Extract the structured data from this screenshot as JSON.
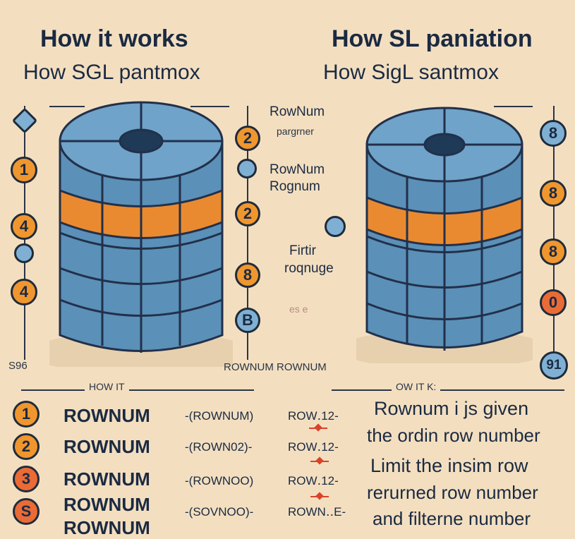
{
  "left_title": "How it works",
  "left_subtitle": "How SGL pantmox",
  "right_title": "How SL paniation",
  "right_subtitle": "How SigL santmox",
  "mid_labels": {
    "a": "RowNum",
    "b": "pargrner",
    "c": "RowNum",
    "d": "Rognum",
    "e": "Firtir",
    "f": "roqnuge",
    "g": "es      e"
  },
  "left_markers": [
    "1",
    "4",
    "4"
  ],
  "left_right_markers": [
    "2",
    "2",
    "8",
    "B"
  ],
  "right_markers": [
    "8",
    "8",
    "8",
    "0",
    "91"
  ],
  "bottom_left_num": "S96",
  "rownum_footer": "ROWNUM  ROWNUM",
  "section_left": "HOW IT",
  "section_right": "OW IT     K:",
  "rows": [
    {
      "num": "1",
      "main": "ROWNUM",
      "paren": "-(ROWNUM)",
      "code": "ROW․12-",
      "desc": "Rownum i js given"
    },
    {
      "num": "2",
      "main": "ROWNUM",
      "paren": "-(ROWN02)-",
      "code": "ROW․12-",
      "desc": "the ordin row number"
    },
    {
      "num": "3",
      "main": "ROWNUM",
      "paren": "-(ROWNOO)",
      "code": "ROW․12-",
      "desc": "Limit the insim row"
    },
    {
      "num": "S",
      "main": "ROWNUM",
      "paren": "-(SOVNOO)-",
      "code": "ROWN‥E-",
      "desc": "rerurned row number"
    }
  ],
  "last_row_main": "ROWNUM",
  "last_desc": "and filterne number",
  "colors": {
    "orange": "#f0962e",
    "blue": "#7fb0d4",
    "red": "#ea6b35",
    "background": "#f3dfc0"
  }
}
